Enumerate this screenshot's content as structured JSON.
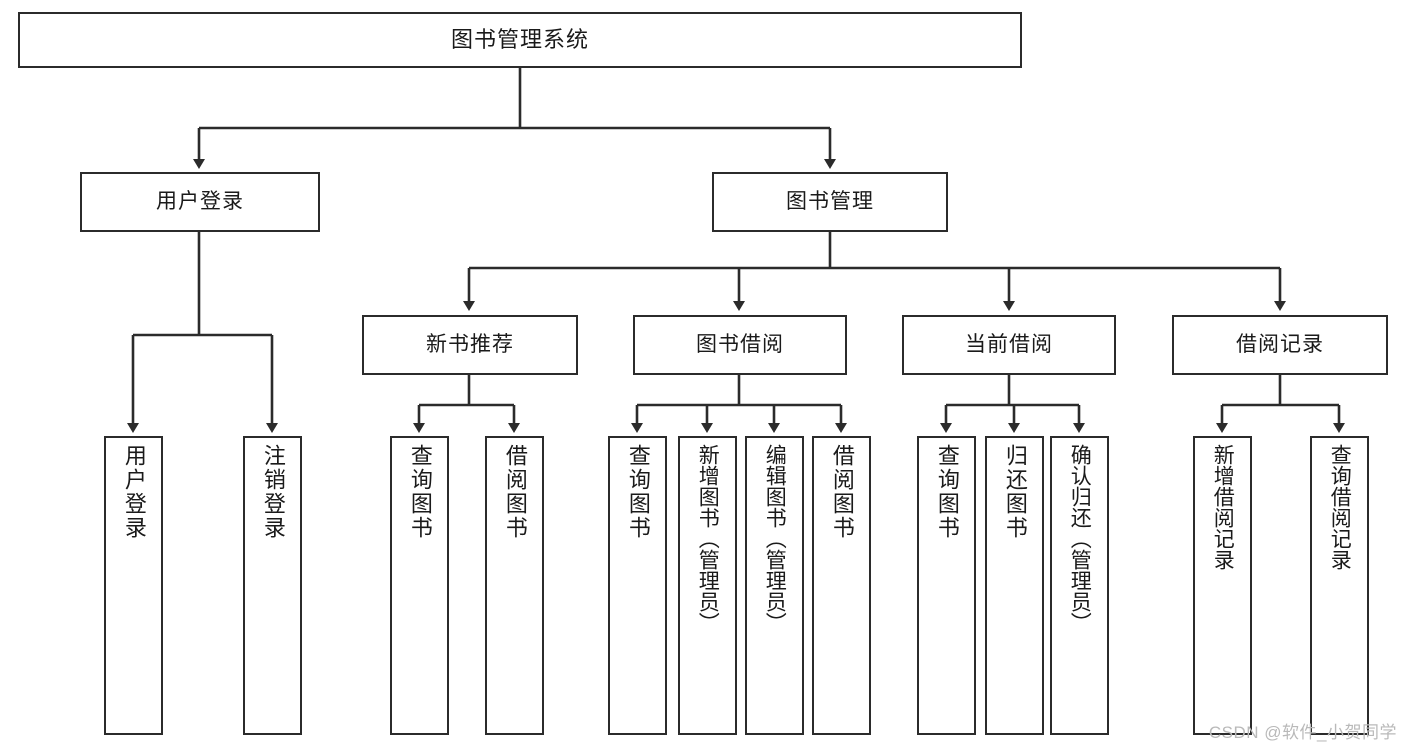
{
  "diagram": {
    "title": "图书管理系统",
    "watermark": "CSDN @软件_小贺同学",
    "root": {
      "label": "图书管理系统"
    },
    "level2": [
      {
        "id": "user-login",
        "label": "用户登录"
      },
      {
        "id": "book-management",
        "label": "图书管理"
      }
    ],
    "level3": [
      {
        "id": "new-book-recommend",
        "label": "新书推荐"
      },
      {
        "id": "book-borrow",
        "label": "图书借阅"
      },
      {
        "id": "current-borrow",
        "label": "当前借阅"
      },
      {
        "id": "borrow-record",
        "label": "借阅记录"
      }
    ],
    "leaves": {
      "user_login": [
        {
          "id": "leaf-user-login",
          "label": "用户登录"
        },
        {
          "id": "leaf-logout-login",
          "label": "注销登录"
        }
      ],
      "new_book_recommend": [
        {
          "id": "leaf-query-book-1",
          "label": "查询图书"
        },
        {
          "id": "leaf-borrow-book-1",
          "label": "借阅图书"
        }
      ],
      "book_borrow": [
        {
          "id": "leaf-query-book-2",
          "label": "查询图书"
        },
        {
          "id": "leaf-add-book-admin",
          "label": "新增图书（管理员）"
        },
        {
          "id": "leaf-edit-book-admin",
          "label": "编辑图书（管理员）"
        },
        {
          "id": "leaf-borrow-book-2",
          "label": "借阅图书"
        }
      ],
      "current_borrow": [
        {
          "id": "leaf-query-book-3",
          "label": "查询图书"
        },
        {
          "id": "leaf-return-book",
          "label": "归还图书"
        },
        {
          "id": "leaf-confirm-return-admin",
          "label": "确认归还（管理员）"
        }
      ],
      "borrow_record": [
        {
          "id": "leaf-add-borrow-record",
          "label": "新增借阅记录"
        },
        {
          "id": "leaf-query-borrow-record",
          "label": "查询借阅记录"
        }
      ]
    },
    "colors": {
      "stroke": "#2b2b2b",
      "background": "#ffffff",
      "text": "#1a1a1a",
      "watermark": "#b9b9b9"
    }
  }
}
